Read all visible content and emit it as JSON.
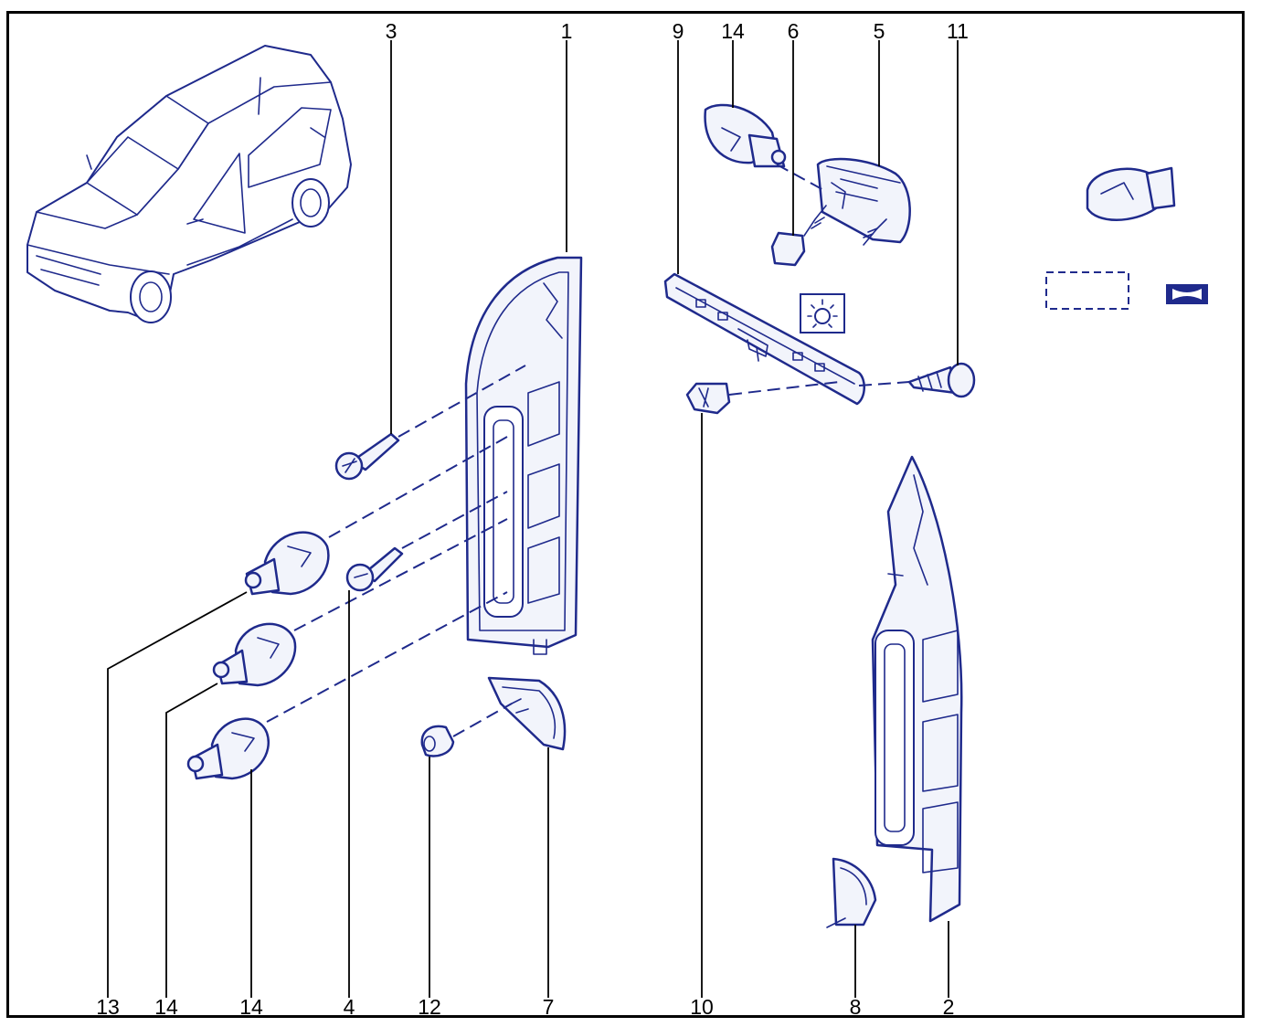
{
  "callouts": {
    "c1": "1",
    "c2": "2",
    "c3": "3",
    "c4": "4",
    "c5": "5",
    "c6": "6",
    "c7": "7",
    "c8": "8",
    "c9": "9",
    "c10": "10",
    "c11": "11",
    "c12": "12",
    "c13": "13",
    "c14_top": "14",
    "c14_mid": "14",
    "c14_low": "14"
  },
  "colors": {
    "line_art": "#1f2a8c",
    "part_fill": "#f2f4fb",
    "frame": "#000000",
    "background": "#ffffff"
  },
  "icons": {
    "lamp_symbol": "light-bulb-icon",
    "connector_symbol": "connector-icon"
  }
}
